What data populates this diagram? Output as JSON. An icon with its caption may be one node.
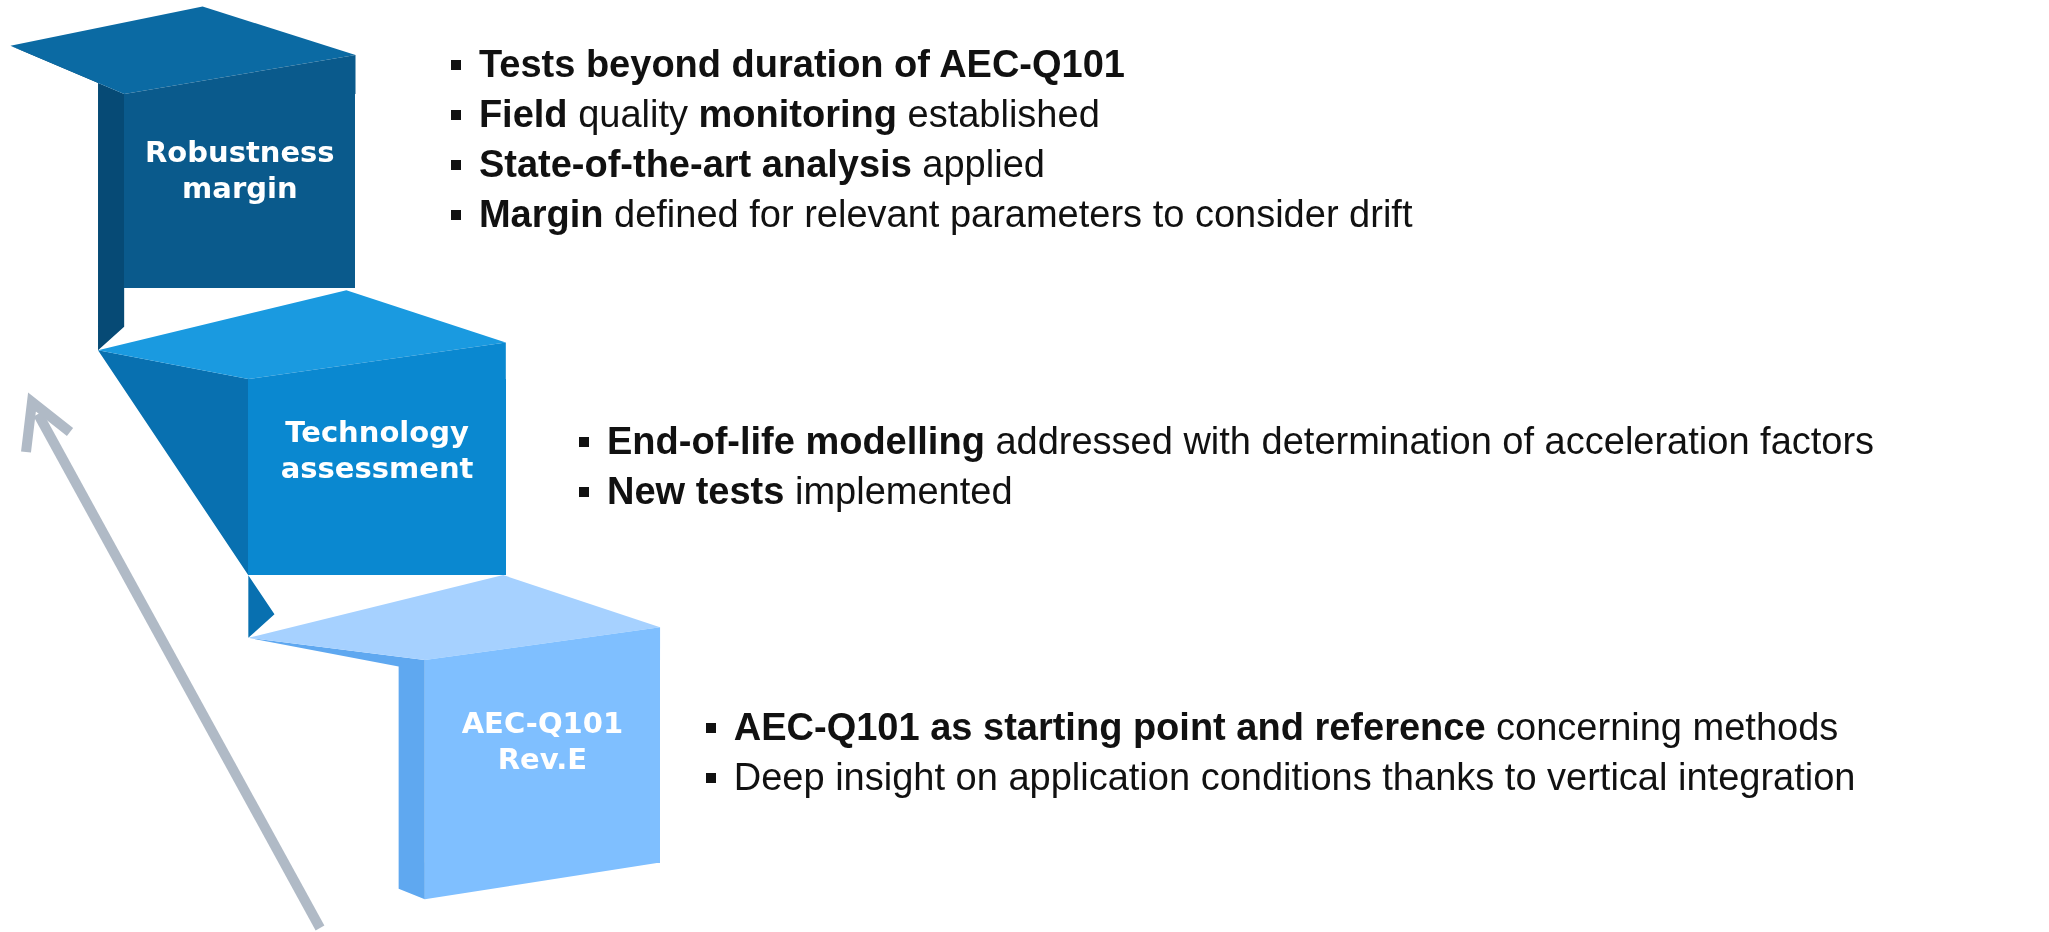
{
  "diagram": {
    "nodes": [
      {
        "text": [
          "Robustness margin"
        ],
        "beside": [
          "**Tests beyond duration of AEC-Q101**",
          "**Field** quality **monitoring** established",
          "**State-of-the-art analysis** applied",
          "**Margin** defined for relevant parameters to consider drift"
        ]
      },
      {
        "text": [
          "Technology assessment"
        ],
        "beside": [
          "**End-of-life modelling** addressed with determination of acceleration factors",
          "**New tests** implemented"
        ]
      },
      {
        "text": [
          "AEC-Q101 Rev.E"
        ],
        "beside": [
          "**AEC-Q101 as starting point and reference** concerning methods",
          "Deep insight on application conditions thanks to vertical integration"
        ]
      }
    ]
  }
}
